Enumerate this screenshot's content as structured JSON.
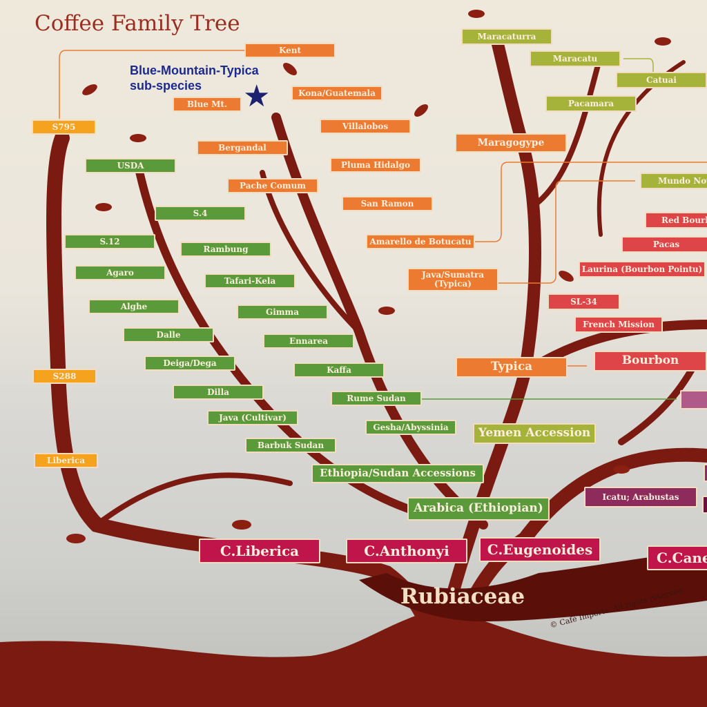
{
  "title": "Coffee Family Tree",
  "annotation": {
    "line1": "Blue-Mountain-Typica",
    "line2": "sub-species",
    "marker": "star-icon",
    "marker_color": "#1b2070"
  },
  "root": "Rubiaceae",
  "copyright": "© Café Imports.  All rights reserved.",
  "colors": {
    "trunk": "#7a1a10",
    "orange": "#ec7a30",
    "yellow": "#f5a31f",
    "green": "#5a9a3a",
    "olive": "#a6b33b",
    "red": "#dd4549",
    "purple": "#8c2b5c",
    "crimson": "#c0154a"
  },
  "species": [
    "C.Liberica",
    "C.Anthonyi",
    "C.Eugenoides",
    "C.Cane"
  ],
  "liberica_line": [
    "S795",
    "S288",
    "Liberica"
  ],
  "typica_line": [
    "Kent",
    "Blue Mt.",
    "Kona/Guatemala",
    "Villalobos",
    "Bergandal",
    "Pluma Hidalgo",
    "Pache Comum",
    "San Ramon",
    "Amarello de Botucatu",
    "Java/Sumatra (Typica)",
    "Maragogype",
    "Typica"
  ],
  "ethiopian_line": [
    "USDA",
    "S.4",
    "S.12",
    "Rambung",
    "Agaro",
    "Tafari-Kela",
    "Alghe",
    "Gimma",
    "Dalle",
    "Ennarea",
    "Deiga/Dega",
    "Kaffa",
    "Dilla",
    "Rume Sudan",
    "Java (Cultivar)",
    "Gesha/Abyssinia",
    "Barbuk Sudan",
    "Ethiopia/Sudan Accessions",
    "Arabica (Ethiopian)"
  ],
  "hybrid_line": [
    "Maracaturra",
    "Maracatu",
    "Catuai",
    "Pacamara",
    "Mundo Novo",
    "Yemen Accession"
  ],
  "bourbon_line": [
    "Red Bourbon",
    "Pacas",
    "Laurina (Bourbon Pointu)",
    "SL-34",
    "French Mission",
    "Bourbon"
  ],
  "interspecific": [
    "Icatu; Arabustas"
  ]
}
